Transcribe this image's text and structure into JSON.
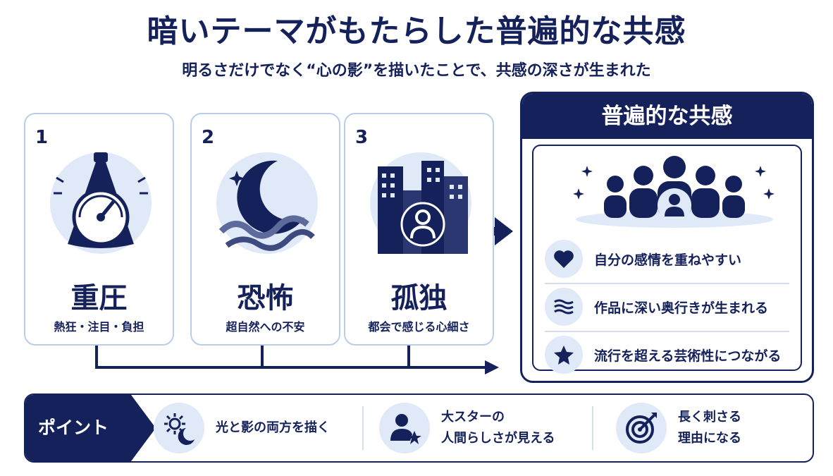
{
  "title": "暗いテーマがもたらした普遍的な共感",
  "subtitle": "明るさだけでなく“心の影”を描いたことで、共感の深さが生まれた",
  "cards": [
    {
      "num": "1",
      "name": "重圧",
      "desc": "熱狂・注目・負担",
      "icon": "pressure-gauge-icon"
    },
    {
      "num": "2",
      "name": "恐怖",
      "desc": "超自然への不安",
      "icon": "crescent-moon-icon"
    },
    {
      "num": "3",
      "name": "孤独",
      "desc": "都会で感じる心細さ",
      "icon": "city-person-icon"
    }
  ],
  "result": {
    "title": "普遍的な共感",
    "benefits": [
      {
        "text": "自分の感情を重ねやすい",
        "icon": "heart-icon"
      },
      {
        "text": "作品に深い奥行きが生まれる",
        "icon": "waves-icon"
      },
      {
        "text": "流行を超える芸術性につながる",
        "icon": "star-icon"
      }
    ]
  },
  "point": {
    "label": "ポイント",
    "items": [
      {
        "text": "光と影の両方を描く",
        "icon": "sun-moon-icon"
      },
      {
        "text": "大スターの\n人間らしさが見える",
        "icon": "person-star-icon"
      },
      {
        "text": "長く刺さる\n理由になる",
        "icon": "target-icon"
      }
    ]
  },
  "colors": {
    "navy": "#14215a",
    "light_blue": "#dfe9f8",
    "border_blue": "#b9cdea"
  }
}
